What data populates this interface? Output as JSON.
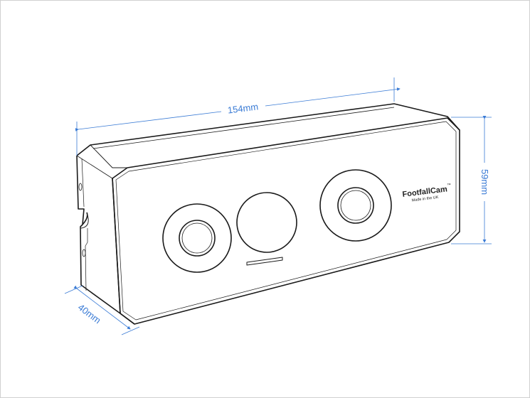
{
  "dimensions": {
    "width": "154mm",
    "height": "59mm",
    "depth": "40mm"
  },
  "branding": {
    "name": "FootfallCam",
    "trademark": "™",
    "tagline": "Made in the UK"
  },
  "colors": {
    "dimension_lines": "#3a7bd5",
    "outline": "#1a1a1a"
  }
}
